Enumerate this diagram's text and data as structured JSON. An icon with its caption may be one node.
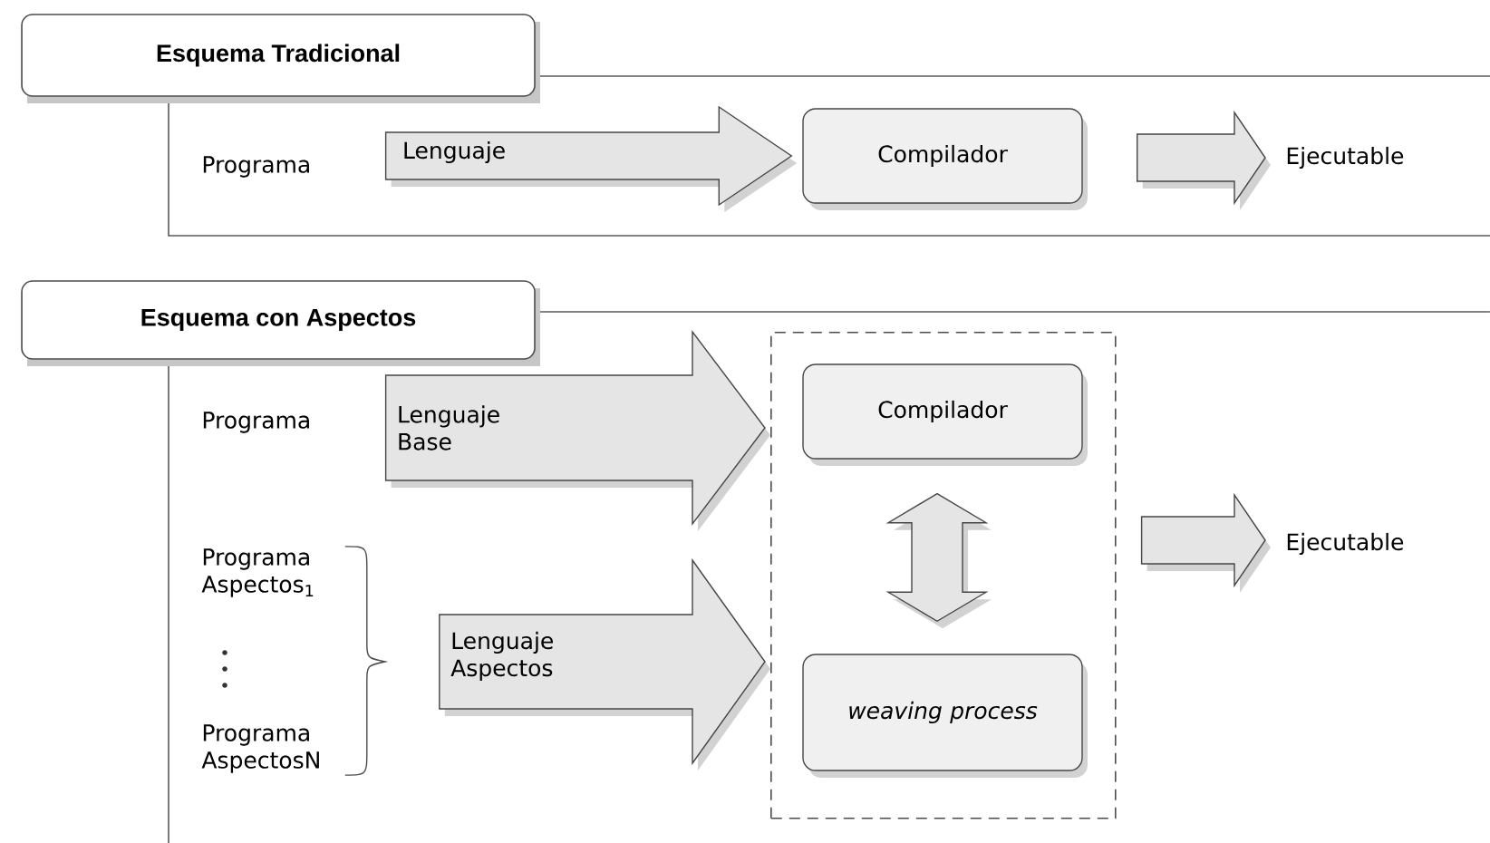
{
  "diagram": {
    "nodes": [
      {
        "text": [
          "Esquema Tradicional"
        ]
      },
      {
        "text": [
          "Programa"
        ],
        "in": 0
      },
      {
        "text": [
          "Compilador"
        ],
        "in": 0
      },
      {
        "text": [
          "Ejecutable"
        ],
        "in": 0
      },
      {
        "text": [
          "Esquema con Aspectos"
        ]
      },
      {
        "text": [
          "Programa"
        ],
        "in": 4
      },
      {
        "text": [
          "Programa Aspectos$_{1}$"
        ],
        "in": 4
      },
      {
        "text": [
          "Programa AspectosN"
        ],
        "in": 4
      },
      {
        "text": [],
        "shape": "box",
        "in": 4
      },
      {
        "text": [
          "Compilador"
        ],
        "in": 8
      },
      {
        "text": [
          "weaving process"
        ],
        "in": 8
      },
      {
        "text": [
          "Ejecutable"
        ],
        "in": 4
      }
    ],
    "edges": [
      {
        "from": 1,
        "to": 2,
        "arrow": "to",
        "label": "Lenguaje"
      },
      {
        "from": 2,
        "to": 3,
        "arrow": "to"
      },
      {
        "from": 5,
        "to": 8,
        "arrow": "to",
        "label": "Lenguaje Base"
      },
      {
        "from": 6,
        "to": 8,
        "arrow": "to",
        "label": "Lenguaje Aspectos"
      },
      {
        "from": 7,
        "to": 8,
        "arrow": "to"
      },
      {
        "from": 9,
        "to": 10,
        "arrow": "both"
      },
      {
        "from": 8,
        "to": 11,
        "arrow": "to"
      }
    ]
  }
}
